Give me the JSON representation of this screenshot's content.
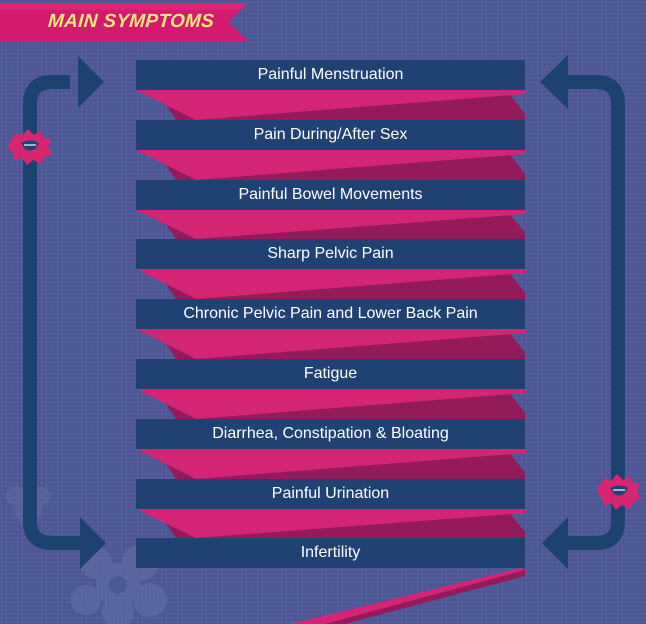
{
  "header": {
    "title": "MAIN SYMPTOMS"
  },
  "symptoms": [
    "Painful Menstruation",
    "Pain During/After Sex",
    "Painful Bowel Movements",
    "Sharp Pelvic Pain",
    "Chronic Pelvic Pain and Lower Back Pain",
    "Fatigue",
    "Diarrhea, Constipation & Bloating",
    "Painful Urination",
    "Infertility"
  ],
  "colors": {
    "background": "#4e5896",
    "bar": "#1f4272",
    "ribbon": "#d42474",
    "ribbon_shadow": "#951a59",
    "arrow": "#1c426f",
    "banner": "#d41a6f",
    "title_text": "#f7ea7b"
  },
  "icons": {
    "left_badge": "uterus-icon",
    "right_badge": "uterus-icon",
    "decoration": "flower-icon"
  }
}
